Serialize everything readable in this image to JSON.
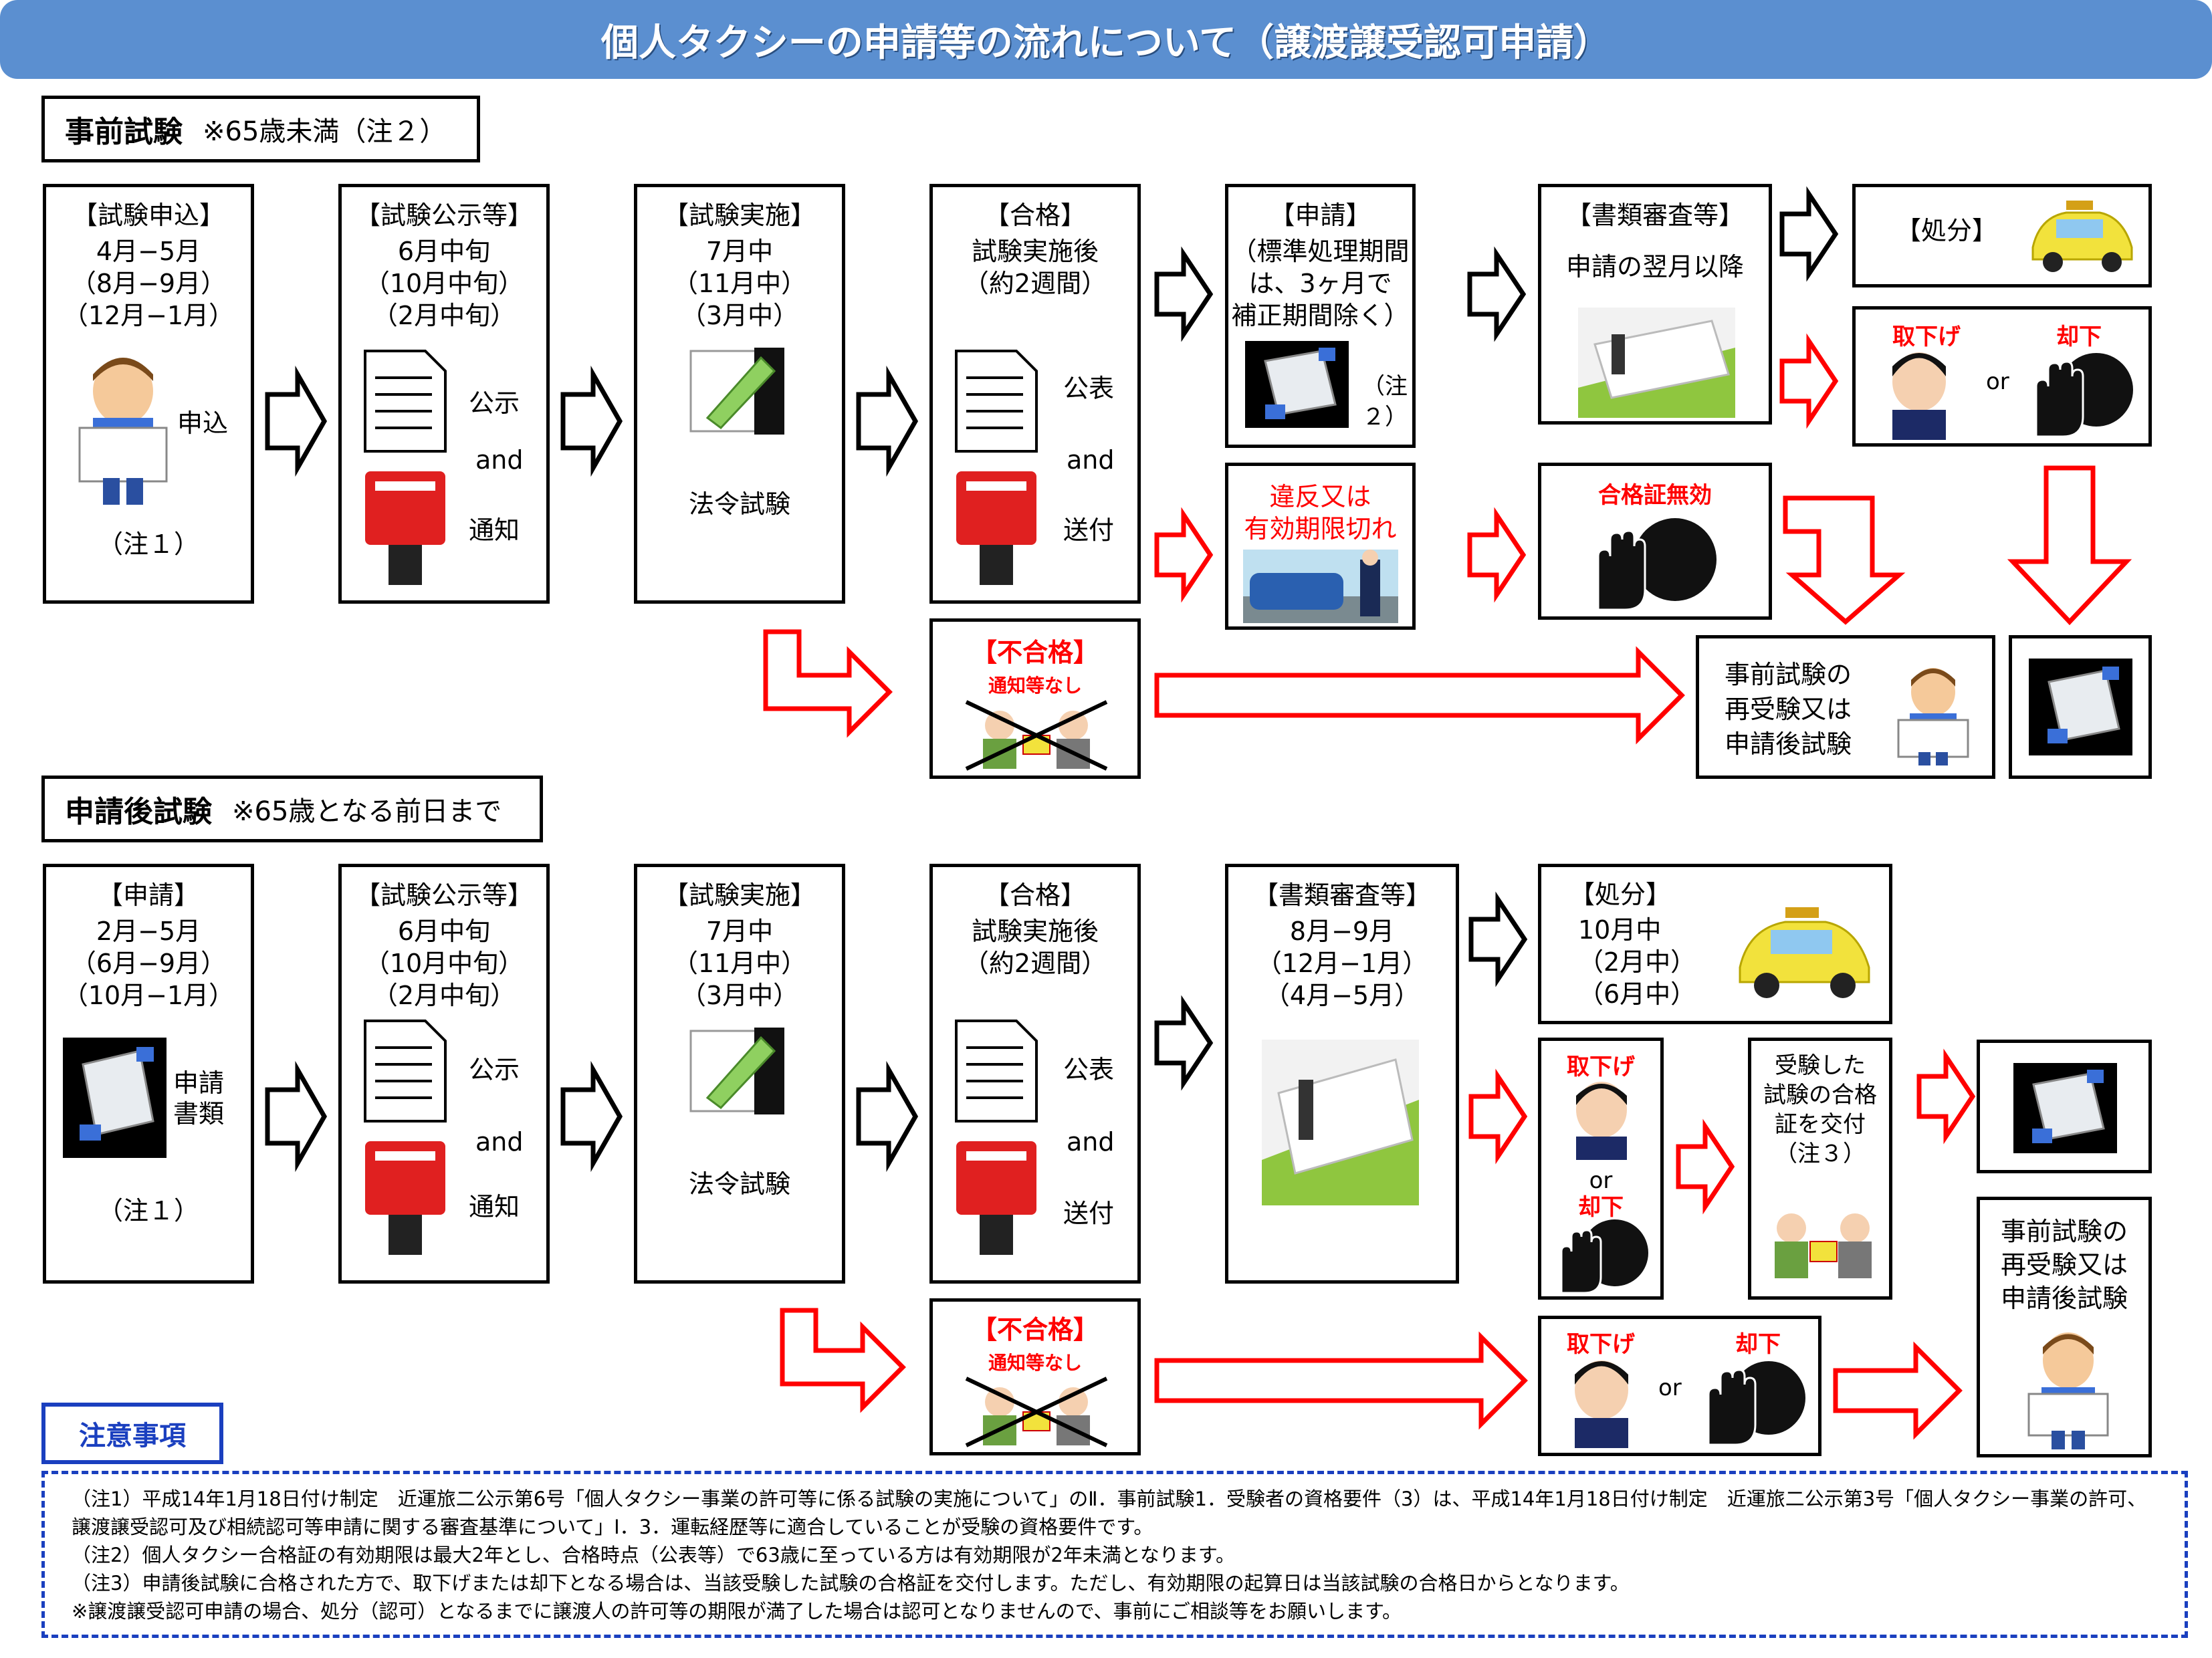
{
  "title": "個人タクシーの申請等の流れについて（譲渡譲受認可申請）",
  "section1": {
    "header": "事前試験",
    "header_note": "※65歳未満（注２）",
    "boxes": [
      {
        "title": "【試験申込】",
        "lines": "4月−5月\n（8月−9月）\n（12月−1月）",
        "side": "申込",
        "note": "（注１）"
      },
      {
        "title": "【試験公示等】",
        "lines": "6月中旬\n（10月中旬）\n（2月中旬）",
        "side1": "公示",
        "and": "and",
        "side2": "通知"
      },
      {
        "title": "【試験実施】",
        "lines": "7月中\n（11月中）\n（3月中）",
        "caption": "法令試験"
      },
      {
        "title": "【合格】",
        "lines": "試験実施後\n（約2週間）",
        "side1": "公表",
        "and": "and",
        "side2": "送付"
      },
      {
        "title": "【申請】",
        "lines": "（標準処理期間\nは、3ヶ月で\n補正期間除く）",
        "note": "（注２）"
      },
      {
        "title": "【書類審査等】",
        "lines": "申請の翌月以降"
      },
      {
        "title": "【処分】"
      }
    ],
    "withdraw": {
      "left": "取下げ",
      "or": "or",
      "right": "却下"
    },
    "violation": "違反又は\n有効期限切れ",
    "invalid": "合格証無効",
    "fail": {
      "title": "【不合格】",
      "sub": "通知等なし"
    },
    "retake": "事前試験の\n再受験又は\n申請後試験"
  },
  "section2": {
    "header": "申請後試験",
    "header_note": "※65歳となる前日まで",
    "boxes": [
      {
        "title": "【申請】",
        "lines": "2月−5月\n（6月−9月）\n（10月−1月）",
        "side": "申請\n書類",
        "note": "（注１）"
      },
      {
        "title": "【試験公示等】",
        "lines": "6月中旬\n（10月中旬）\n（2月中旬）",
        "side1": "公示",
        "and": "and",
        "side2": "通知"
      },
      {
        "title": "【試験実施】",
        "lines": "7月中\n（11月中）\n（3月中）",
        "caption": "法令試験"
      },
      {
        "title": "【合格】",
        "lines": "試験実施後\n（約2週間）",
        "side1": "公表",
        "and": "and",
        "side2": "送付"
      },
      {
        "title": "【書類審査等】",
        "lines": "8月−9月\n（12月−1月）\n（4月−5月）"
      },
      {
        "title": "【処分】",
        "lines": "10月中\n（2月中）\n（6月中）"
      }
    ],
    "withdraw_v": {
      "top": "取下げ",
      "or": "or",
      "bottom": "却下"
    },
    "certificate": "受験した\n試験の合格\n証を交付\n（注３）",
    "fail": {
      "title": "【不合格】",
      "sub": "通知等なし"
    },
    "withdraw": {
      "left": "取下げ",
      "or": "or",
      "right": "却下"
    },
    "retake": "事前試験の\n再受験又は\n申請後試験"
  },
  "notes_title": "注意事項",
  "notes": [
    "（注1）平成14年1月18日付け制定　近運旅二公示第6号「個人タクシー事業の許可等に係る試験の実施について」のⅡ．事前試験1．受験者の資格要件（3）は、平成14年1月18日付け制定　近運旅二公示第3号「個人タクシー事業の許可、譲渡譲受認可及び相続認可等申請に関する審査基準について」Ⅰ．3．運転経歴等に適合していることが受験の資格要件です。",
    "（注2）個人タクシー合格証の有効期限は最大2年とし、合格時点（公表等）で63歳に至っている方は有効期限が2年未満となります。",
    "（注3）申請後試験に合格された方で、取下げまたは却下となる場合は、当該受験した試験の合格証を交付します。ただし、有効期限の起算日は当該試験の合格日からとなります。",
    "※譲渡譲受認可申請の場合、処分（認可）となるまでに譲渡人の許可等の期限が満了した場合は認可となりませんので、事前にご相談等をお願いします。"
  ]
}
